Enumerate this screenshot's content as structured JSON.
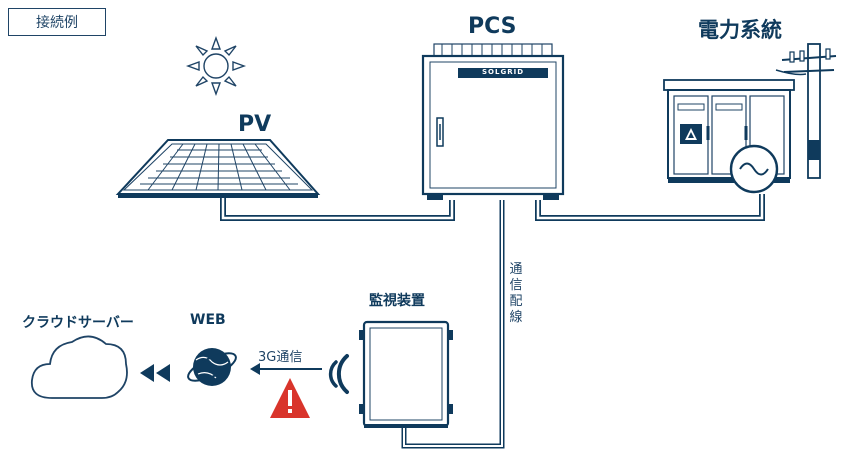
{
  "badge": {
    "label": "接続例"
  },
  "labels": {
    "pv": "PV",
    "pcs": "PCS",
    "grid": "電力系統",
    "monitor": "監視装置",
    "web": "WEB",
    "cloud": "クラウドサーバー",
    "comm_3g": "3G通信",
    "comm_line": "通信配線",
    "pcs_brand": "SOLGRID"
  },
  "colors": {
    "navy": "#0f3a5c",
    "outline": "#1f4466",
    "warning": "#d9342b",
    "white": "#ffffff"
  },
  "icons": [
    "sun-icon",
    "solar-panel-icon",
    "inverter-cabinet-icon",
    "grid-cabinet-icon",
    "utility-pole-icon",
    "generator-icon",
    "monitor-box-icon",
    "wireless-signal-icon",
    "globe-icon",
    "cloud-icon",
    "double-arrow-left-icon",
    "warning-icon"
  ]
}
